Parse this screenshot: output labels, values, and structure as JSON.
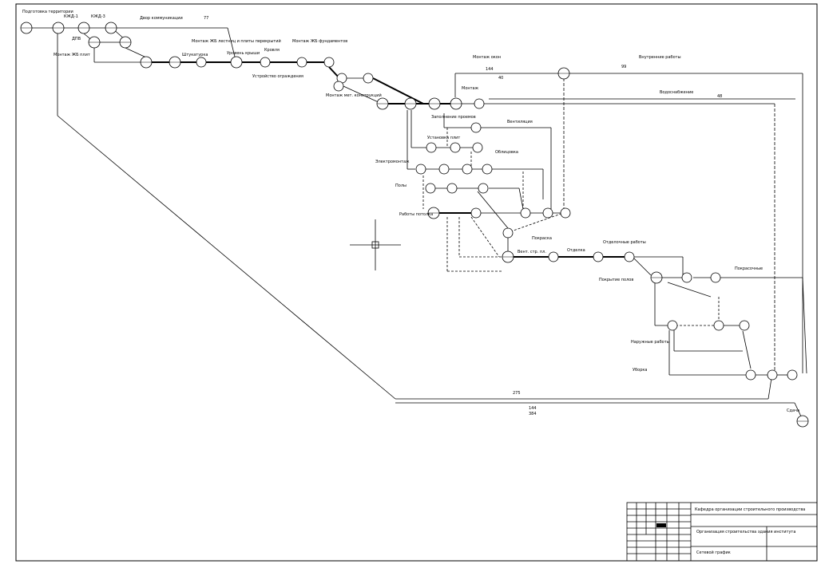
{
  "labels": {
    "start_label": "Подготовка территории",
    "kzhd1": "КЖД-1",
    "kzhd3": "КЖД-3",
    "dpe": "ДПВ",
    "dvor": "Двор коммуникации",
    "montazh_pit": "Монтаж ЖБ плит",
    "montazh_pit2": "Монтаж ЖБ лестниц и плиты перекрытий",
    "montazh_fund": "Монтаж ЖБ фундаментов",
    "uroven": "Уровень крыши",
    "krovlya": "Кровля",
    "ustroistvo": "Устройство ограждения",
    "montazh_mc": "Монтаж мет. конструкций",
    "montazh_okon": "Монтаж окон",
    "montazh_vrem": "Монтаж",
    "vnutrennie": "Внутренние работы",
    "vodosnabzh": "Водоснабжение",
    "zapolnenie": "Заполнение проемов",
    "vent": "Вентиляция",
    "ustanovka": "Установка плит",
    "shtukaturka": "Штукатурка",
    "pola": "Полы",
    "oblic": "Облицовка",
    "elektromont": "Электромонтаж",
    "raboty_potolk": "Работы потолка",
    "vent2": "Вент. стр. пл.",
    "pokraska": "Покраска",
    "otdelka": "Отделка",
    "otd2": "Отделочные работы",
    "pokrytie_polov": "Покрытие полов",
    "pokrasochnye": "Покрасочные",
    "naruzhnye": "Наружные работы",
    "uborka": "Уборка",
    "sdacha": "Сдача"
  },
  "numbers": {
    "top_long": "77",
    "mid_long": "99",
    "right_long": "48",
    "bottom_long": "275",
    "bottom_val1": "144",
    "bottom_val2": "384",
    "mid_val": "40",
    "mid_val2": "144"
  },
  "title_block": {
    "line1": "Кафедра организации строительного производства",
    "line2": "Организация строительства здания института",
    "line3": "Сетевой график"
  }
}
